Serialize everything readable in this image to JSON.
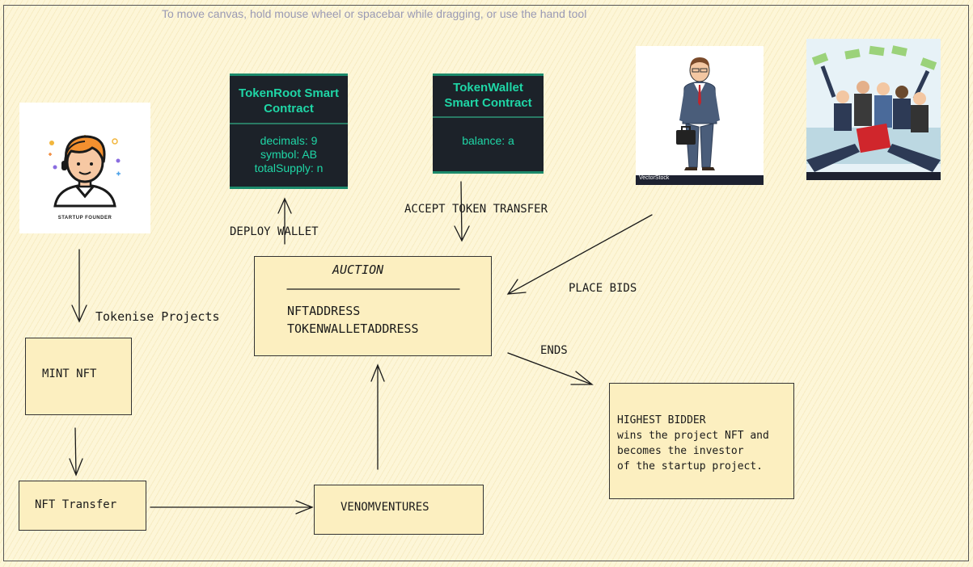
{
  "canvas": {
    "hint": "To move canvas, hold mouse wheel or spacebar while dragging, or use the hand tool"
  },
  "founder": {
    "caption": "STARTUP FOUNDER"
  },
  "token_root": {
    "title": "TokenRoot Smart Contract",
    "fields": [
      "decimals: 9",
      "symbol: AB",
      "totalSupply: n"
    ]
  },
  "token_wallet": {
    "title": "TokenWallet Smart Contract",
    "fields": [
      "balance: a"
    ]
  },
  "investor": {
    "watermark": "VectorStock"
  },
  "labels": {
    "tokenise": "Tokenise Projects",
    "deploy_wallet": "DEPLOY WALLET",
    "accept_transfer": "ACCEPT TOKEN TRANSFER",
    "place_bids": "PLACE BIDS",
    "ends": "ENDS"
  },
  "auction": {
    "title": "AUCTION",
    "lines": [
      "NFTADDRESS",
      "TOKENWALLETADDRESS"
    ]
  },
  "mint_nft": {
    "label": "MINT NFT"
  },
  "nft_transfer": {
    "label": "NFT Transfer"
  },
  "venomventures": {
    "label": "VENOMVENTURES"
  },
  "highest_bidder": {
    "lines": [
      "HIGHEST BIDDER",
      "wins the project NFT and",
      "becomes the investor",
      "of the startup project."
    ]
  },
  "colors": {
    "canvas_bg": "#fdf6d8",
    "box_fill": "#fcefc0",
    "card_bg": "#1c2229",
    "card_text": "#1fd6a6",
    "stroke": "#1a1a1a"
  }
}
